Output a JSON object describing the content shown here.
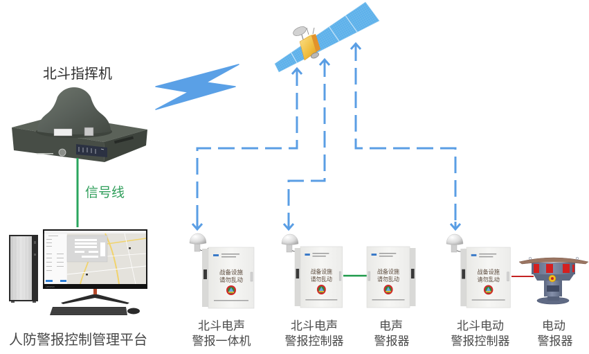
{
  "command_terminal": {
    "label": "北斗指挥机",
    "icon": "beidou-command-terminal-icon"
  },
  "satellite": {
    "icon": "beidou-satellite-icon"
  },
  "wireless_uplink": {
    "from": "command_terminal",
    "to": "satellite",
    "icon": "lightning-bolt-icon"
  },
  "signal_line": {
    "label": "信号线",
    "from": "command_terminal",
    "to": "platform"
  },
  "platform": {
    "label": "人防警报控制管理平台",
    "icon": "desktop-computer-icon",
    "monitor_brand": "Lenovo"
  },
  "cabinet_sign": {
    "line1": "战备设施",
    "line2": "请勿乱动"
  },
  "devices": [
    {
      "id": "device-1",
      "line1": "北斗电声",
      "line2": "警报一体机",
      "has_beidou_antenna": true,
      "icon": "alarm-cabinet-icon"
    },
    {
      "id": "device-2",
      "line1": "北斗电声",
      "line2": "警报控制器",
      "has_beidou_antenna": true,
      "icon": "alarm-cabinet-icon"
    },
    {
      "id": "device-3",
      "line1": "电声",
      "line2": "警报器",
      "has_beidou_antenna": false,
      "icon": "alarm-cabinet-icon"
    },
    {
      "id": "device-4",
      "line1": "北斗电动",
      "line2": "警报控制器",
      "has_beidou_antenna": true,
      "icon": "alarm-cabinet-icon"
    },
    {
      "id": "device-5",
      "line1": "电动",
      "line2": "警报器",
      "has_beidou_antenna": false,
      "icon": "electric-siren-icon"
    }
  ],
  "links": [
    {
      "from": "satellite",
      "to": "device-1",
      "style": "dashed",
      "direction": "bidirectional"
    },
    {
      "from": "satellite",
      "to": "device-2",
      "style": "dashed",
      "direction": "bidirectional"
    },
    {
      "from": "satellite",
      "to": "device-4",
      "style": "dashed",
      "direction": "bidirectional"
    },
    {
      "from": "device-2",
      "to": "device-3",
      "style": "solid",
      "color": "green"
    },
    {
      "from": "device-4",
      "to": "device-5",
      "style": "solid",
      "color": "red"
    }
  ],
  "colors": {
    "satellite_link": "#5a9ee4",
    "lightning": "#5aa0e6",
    "signal_line": "#2aa55e",
    "signal_text": "#2f9e5a",
    "wired_green": "#1e9a4a",
    "wired_red": "#c42222",
    "label_text": "#4a4a4a",
    "solar_panel": "#5cb0ea",
    "satellite_body": "#f2c14a"
  }
}
